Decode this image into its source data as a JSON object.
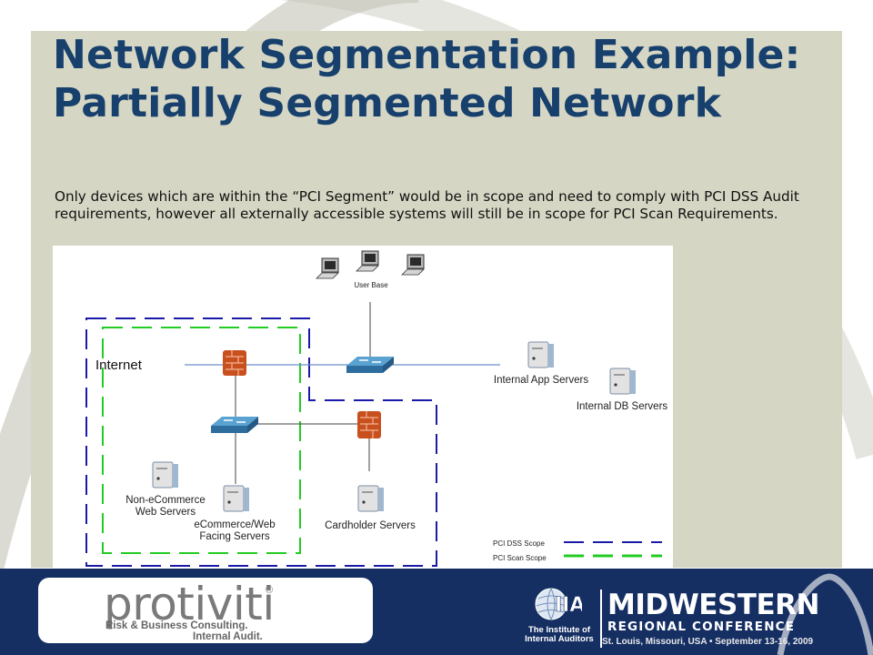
{
  "slide": {
    "title": "Network Segmentation Example: Partially Segmented Network",
    "body": "Only devices which are within the “PCI Segment” would be in scope and need to comply with PCI DSS  Audit requirements, however all externally accessible systems will still be in scope for PCI Scan Requirements."
  },
  "diagram": {
    "labels": {
      "user_base": "User Base",
      "internet": "Internet",
      "internal_app": "Internal App Servers",
      "internal_db": "Internal DB Servers",
      "non_ecommerce_1": "Non-eCommerce",
      "non_ecommerce_2": "Web Servers",
      "ecommerce_1": "eCommerce/Web",
      "ecommerce_2": "Facing Servers",
      "cardholder": "Cardholder Servers"
    },
    "legend": [
      {
        "label": "PCI DSS Scope",
        "color": "#1a1aa8",
        "style": "dashed"
      },
      {
        "label": "PCI Scan Scope",
        "color": "#22cc22",
        "style": "dashed"
      }
    ]
  },
  "footer": {
    "logo_word": "protiviti",
    "logo_registered": "®",
    "logo_tagline_1": "Risk & Business Consulting.",
    "logo_tagline_2": "Internal Audit.",
    "iia_name": "The Institute of Internal Auditors",
    "conference_title": "MIDWESTERN",
    "conference_subtitle": "REGIONAL CONFERENCE",
    "conference_location": "St. Louis, Missouri, USA • September 13-16, 2009"
  },
  "colors": {
    "title": "#17406d",
    "panel": "#d6d6c4",
    "footer": "#152f63",
    "firewall": "#c8501e",
    "switch": "#3d86b8"
  }
}
